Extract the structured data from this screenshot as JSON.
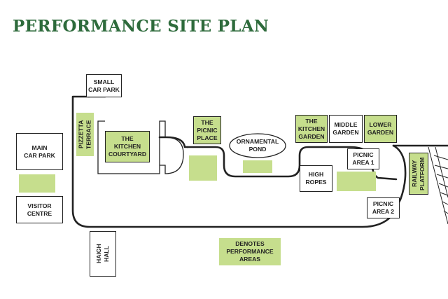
{
  "title": "PERFORMANCE SITE PLAN",
  "colors": {
    "title": "#2e6b3c",
    "performance_area": "#c6de8d",
    "path": "#222222"
  },
  "labels": {
    "small_car_park": "SMALL\nCAR PARK",
    "main_car_park": "MAIN\nCAR PARK",
    "visitor_centre": "VISITOR\nCENTRE",
    "pizzetta_terrace": "PIZZETTA\nTERRACE",
    "kitchen_courtyard": "THE\nKITCHEN\nCOURTYARD",
    "picnic_place": "THE\nPICNIC\nPLACE",
    "ornamental_pond": "ORNAMENTAL\nPOND",
    "kitchen_garden": "THE\nKITCHEN\nGARDEN",
    "middle_garden": "MIDDLE\nGARDEN",
    "lower_garden": "LOWER\nGARDEN",
    "picnic_area_1": "PICNIC\nAREA 1",
    "high_ropes": "HIGH\nROPES",
    "picnic_area_2": "PICNIC\nAREA 2",
    "railway_platform": "RAILWAY\nPLATFORM",
    "haigh_hall": "HAIGH\nHALL",
    "legend": "DENOTES\nPERFORMANCE\nAREAS"
  }
}
